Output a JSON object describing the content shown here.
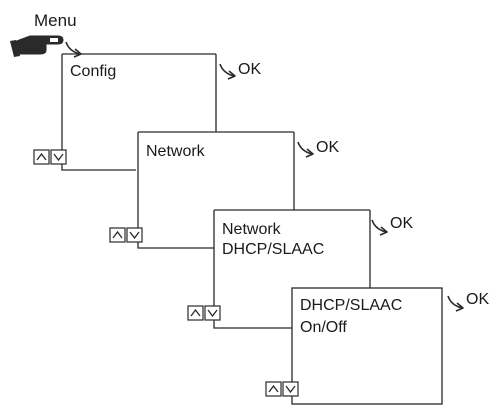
{
  "menu": {
    "label": "Menu",
    "icon": "pointing-hand-icon"
  },
  "screens": [
    {
      "line1": "Config",
      "line2": "",
      "ok_label": "OK"
    },
    {
      "line1": "Network",
      "line2": "",
      "ok_label": "OK"
    },
    {
      "line1": "Network",
      "line2": "DHCP/SLAAC",
      "ok_label": "OK"
    },
    {
      "line1": "DHCP/SLAAC",
      "line2": "On/Off",
      "ok_label": "OK"
    }
  ],
  "buttons": {
    "up_icon": "chevron-up-icon",
    "down_icon": "chevron-down-icon"
  },
  "colors": {
    "line": "#2a2a2a",
    "text": "#1a1a1a"
  }
}
